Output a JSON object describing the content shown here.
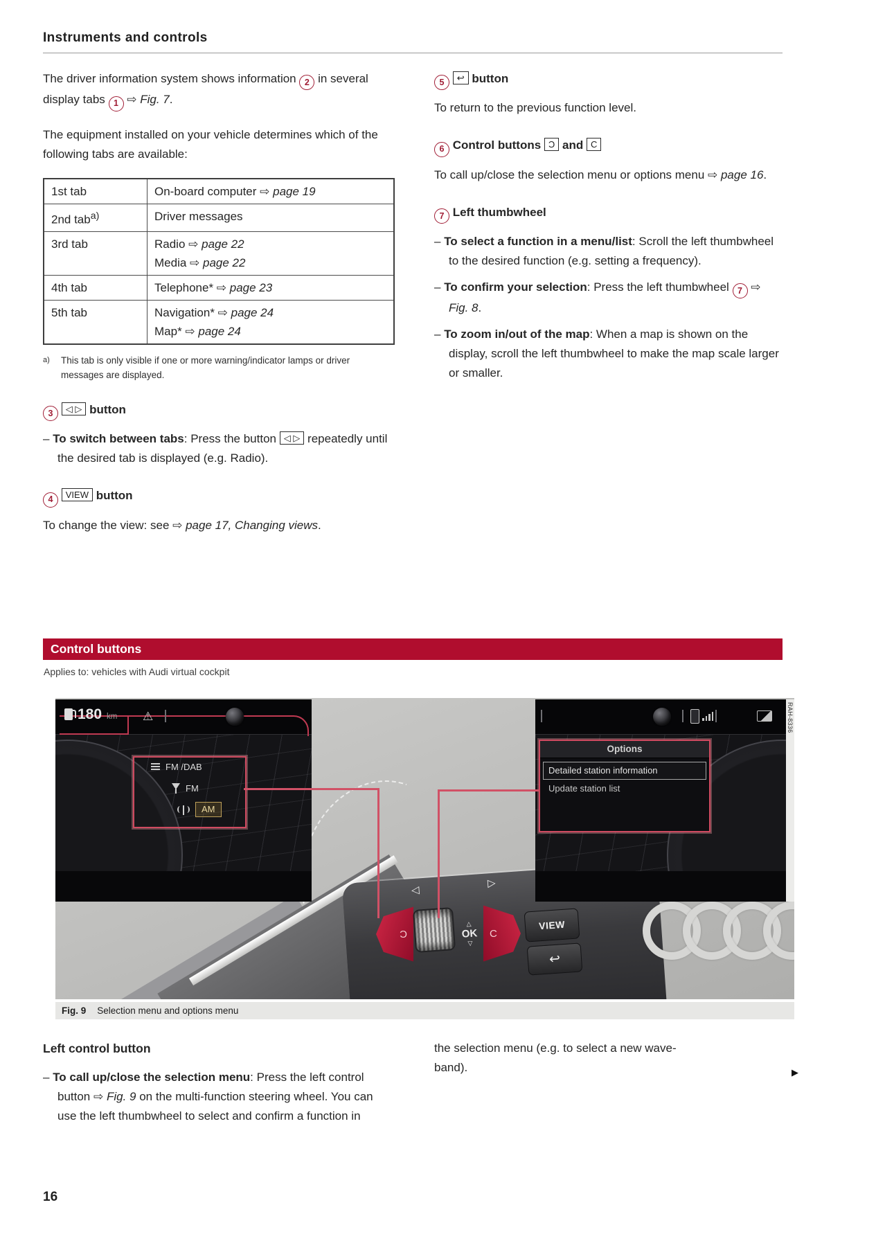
{
  "page": {
    "section_header": "Instruments and controls",
    "page_number": "16",
    "continuation_marker": "▶"
  },
  "colors": {
    "accent_red": "#b00d2e",
    "callout_red": "#d15166",
    "circle_red": "#a01d35"
  },
  "left_column": {
    "para1": [
      {
        "t": "The driver information system shows information "
      },
      {
        "c": "2"
      },
      {
        "t": " in several display tabs "
      },
      {
        "c": "1"
      },
      {
        "t": " ⇨ "
      },
      {
        "i": "Fig. 7"
      },
      {
        "t": "."
      }
    ],
    "para2": [
      {
        "t": "The equipment installed on your vehicle determines which of the following tabs are available:"
      }
    ],
    "table": {
      "rows": [
        {
          "label": [
            {
              "t": "1st tab"
            }
          ],
          "lines": [
            [
              {
                "t": "On-board computer ⇨ "
              },
              {
                "i": "page 19"
              }
            ]
          ]
        },
        {
          "label": [
            {
              "t": "2nd tab"
            },
            {
              "s": "a)"
            }
          ],
          "lines": [
            [
              {
                "t": "Driver messages"
              }
            ]
          ]
        },
        {
          "label": [
            {
              "t": "3rd tab"
            }
          ],
          "lines": [
            [
              {
                "t": "Radio ⇨ "
              },
              {
                "i": "page 22"
              }
            ],
            [
              {
                "t": "Media ⇨ "
              },
              {
                "i": "page 22"
              }
            ]
          ]
        },
        {
          "label": [
            {
              "t": "4th tab"
            }
          ],
          "lines": [
            [
              {
                "t": "Telephone* ⇨ "
              },
              {
                "i": "page 23"
              }
            ]
          ]
        },
        {
          "label": [
            {
              "t": "5th tab"
            }
          ],
          "lines": [
            [
              {
                "t": "Navigation* ⇨ "
              },
              {
                "i": "page 24"
              }
            ],
            [
              {
                "t": "Map* ⇨ "
              },
              {
                "i": "page 24"
              }
            ]
          ]
        }
      ]
    },
    "footnote": {
      "marker": "a)",
      "text": "This tab is only visible if one or more warning/indicator lamps or driver messages are displayed."
    },
    "h3": [
      {
        "c": "3"
      },
      {
        "t": " "
      },
      {
        "k": "◁ ▷"
      },
      {
        "b": " button"
      }
    ],
    "b3": [
      {
        "t": "– "
      },
      {
        "b": "To switch between tabs"
      },
      {
        "t": ": Press the button "
      },
      {
        "k": "◁ ▷"
      },
      {
        "t": " repeatedly until the desired tab is displayed (e.g. Radio)."
      }
    ],
    "h4": [
      {
        "c": "4"
      },
      {
        "t": " "
      },
      {
        "k": "VIEW"
      },
      {
        "b": " button"
      }
    ],
    "p4": [
      {
        "t": "To change the view: see ⇨ "
      },
      {
        "i": "page 17, Changing views"
      },
      {
        "t": "."
      }
    ]
  },
  "right_column": {
    "h5": [
      {
        "c": "5"
      },
      {
        "t": " "
      },
      {
        "k": "↩"
      },
      {
        "b": " button"
      }
    ],
    "p5": [
      {
        "t": "To return to the previous function level."
      }
    ],
    "h6": [
      {
        "c": "6"
      },
      {
        "b": " Control buttons "
      },
      {
        "k": "Ɔ"
      },
      {
        "b": " and "
      },
      {
        "k": "C"
      }
    ],
    "p6": [
      {
        "t": "To call up/close the selection menu or options menu ⇨ "
      },
      {
        "i": "page 16"
      },
      {
        "t": "."
      }
    ],
    "h7": [
      {
        "c": "7"
      },
      {
        "b": " Left thumbwheel"
      }
    ],
    "b7a": [
      {
        "t": "– "
      },
      {
        "b": "To select a function in a menu/list"
      },
      {
        "t": ": Scroll the left thumbwheel to the desired function (e.g. setting a frequency)."
      }
    ],
    "b7b": [
      {
        "t": "– "
      },
      {
        "b": "To confirm your selection"
      },
      {
        "t": ": Press the left thumbwheel "
      },
      {
        "c": "7"
      },
      {
        "t": " ⇨ "
      },
      {
        "i": "Fig. 8"
      },
      {
        "t": "."
      }
    ],
    "b7c": [
      {
        "t": "– "
      },
      {
        "b": "To zoom in/out of the map"
      },
      {
        "t": ": When a map is shown on the display, scroll the left thumbwheel to make the map scale larger or smaller."
      }
    ]
  },
  "section": {
    "bar_title": "Control buttons",
    "applies": "Applies to: vehicles with Audi virtual cockpit"
  },
  "figure": {
    "id_label": "RAH-8336",
    "caption_label": "Fig. 9",
    "caption_text": "Selection menu and options menu",
    "icons": {
      "left_panel": [
        "fuel-pump-icon",
        "warning-icon",
        "globe-icon",
        "station-list-icon",
        "antenna-icon",
        "broadcast-icon"
      ],
      "right_panel": [
        "globe-icon",
        "phone-icon",
        "signal-bars-icon",
        "picture-icon"
      ]
    },
    "left_display": {
      "range_value": "180",
      "range_unit": "km",
      "menu": {
        "items": [
          {
            "label": "FM /DAB"
          },
          {
            "label": "FM"
          },
          {
            "label": "AM",
            "highlighted": true
          }
        ]
      }
    },
    "right_display": {
      "options_title": "Options",
      "options_items": [
        "Detailed station information",
        "Update station list"
      ]
    },
    "wheel": {
      "left_arrow": "◁",
      "right_arrow": "▷",
      "up": "△",
      "ok": "OK",
      "down": "▽",
      "left_glyph": "Ɔ",
      "right_glyph": "C",
      "view": "VIEW",
      "back": "↩"
    }
  },
  "bottom": {
    "heading": "Left control button",
    "bullet": [
      {
        "t": "– "
      },
      {
        "b": "To call up/close the selection menu"
      },
      {
        "t": ": Press the left control button ⇨ "
      },
      {
        "i": "Fig. 9"
      },
      {
        "t": " on the multi-function steering wheel. You can use the left thumbwheel to select and confirm a function in"
      }
    ],
    "continuation_line1": "the selection menu (e.g. to select a new wave-",
    "continuation_line2": "band)."
  }
}
